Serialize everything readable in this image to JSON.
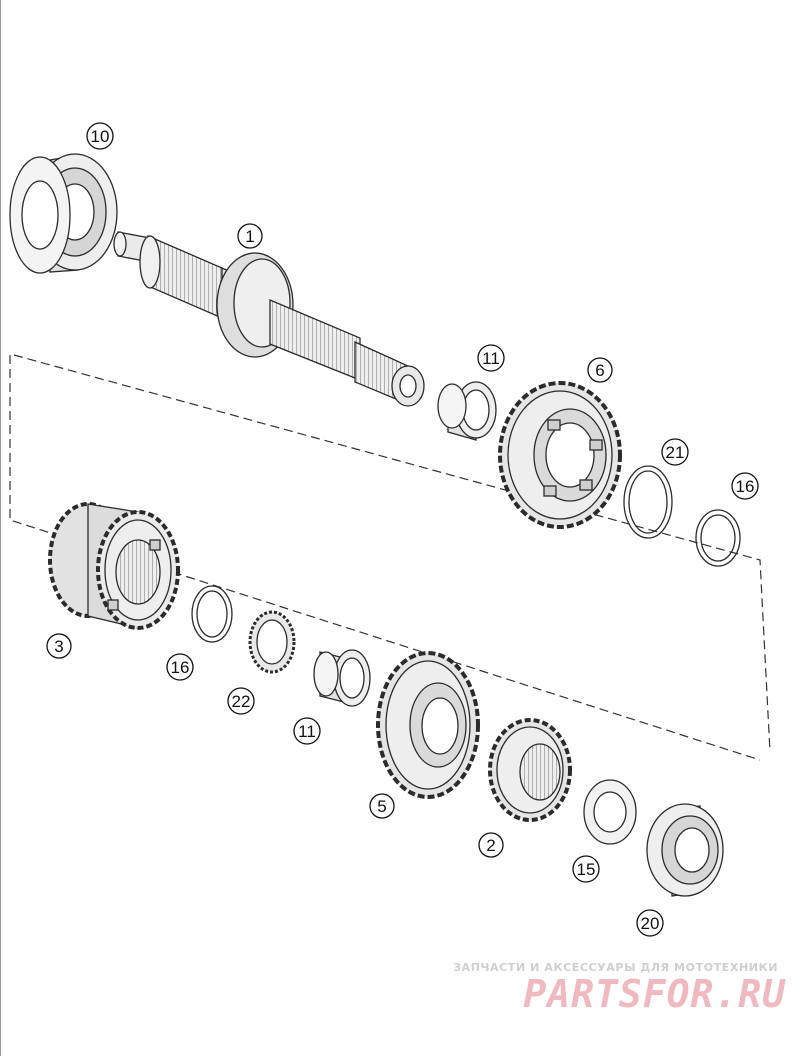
{
  "colors": {
    "line": "#2b2b2b",
    "fill": "#e9e9e9",
    "fill_dark": "#bdbdbd",
    "callout": "#111111",
    "watermark_logo": "#f0b8bf",
    "watermark_text": "#cfcfcf"
  },
  "callouts": {
    "c1": "1",
    "c2": "2",
    "c3": "3",
    "c5": "5",
    "c6": "6",
    "c10": "10",
    "c11a": "11",
    "c11b": "11",
    "c15": "15",
    "c16a": "16",
    "c16b": "16",
    "c20": "20",
    "c21": "21",
    "c22": "22"
  },
  "watermark": {
    "tagline": "ЗАПЧАСТИ И АКСЕССУАРЫ ДЛЯ МОТОТЕХНИКИ",
    "logo": "PARTSFOR.RU"
  }
}
